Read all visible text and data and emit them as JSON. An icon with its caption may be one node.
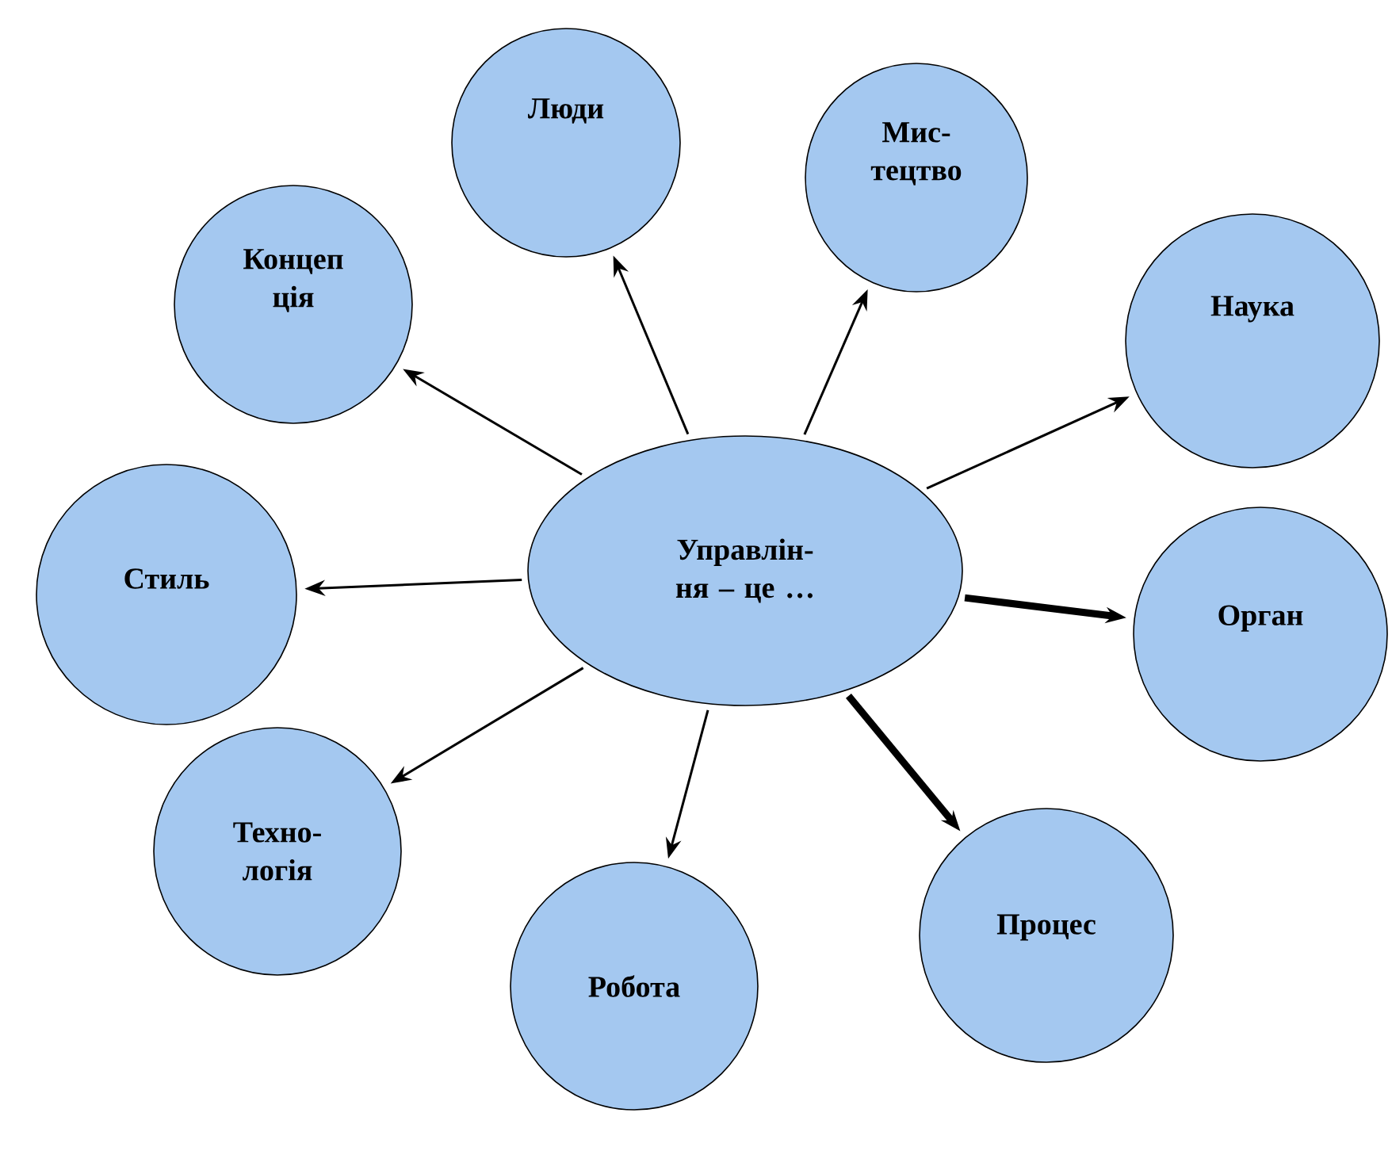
{
  "diagram": {
    "nodes": [
      {
        "text": [
          "Люди"
        ]
      },
      {
        "text": [
          "Мис- тецтво"
        ]
      },
      {
        "text": [
          "Концеп ція"
        ]
      },
      {
        "text": [
          "Наука"
        ]
      },
      {
        "text": [
          "Управлін- ня – це …"
        ]
      },
      {
        "text": [
          "Стиль"
        ]
      },
      {
        "text": [
          "Орган"
        ]
      },
      {
        "text": [
          "Техно- логія"
        ]
      },
      {
        "text": [
          "Процес"
        ]
      },
      {
        "text": [
          "Робота"
        ]
      }
    ],
    "edges": [
      {
        "from": 4,
        "to": 0,
        "arrow": "to"
      },
      {
        "from": 4,
        "to": 1,
        "arrow": "to"
      },
      {
        "from": 4,
        "to": 2,
        "arrow": "to"
      },
      {
        "from": 4,
        "to": 3,
        "arrow": "to"
      },
      {
        "from": 4,
        "to": 5,
        "arrow": "to"
      },
      {
        "from": 4,
        "to": 6,
        "arrow": "to",
        "style": "thick"
      },
      {
        "from": 4,
        "to": 7,
        "arrow": "to"
      },
      {
        "from": 4,
        "to": 8,
        "arrow": "to",
        "style": "thick"
      },
      {
        "from": 4,
        "to": 9,
        "arrow": "to"
      }
    ]
  }
}
